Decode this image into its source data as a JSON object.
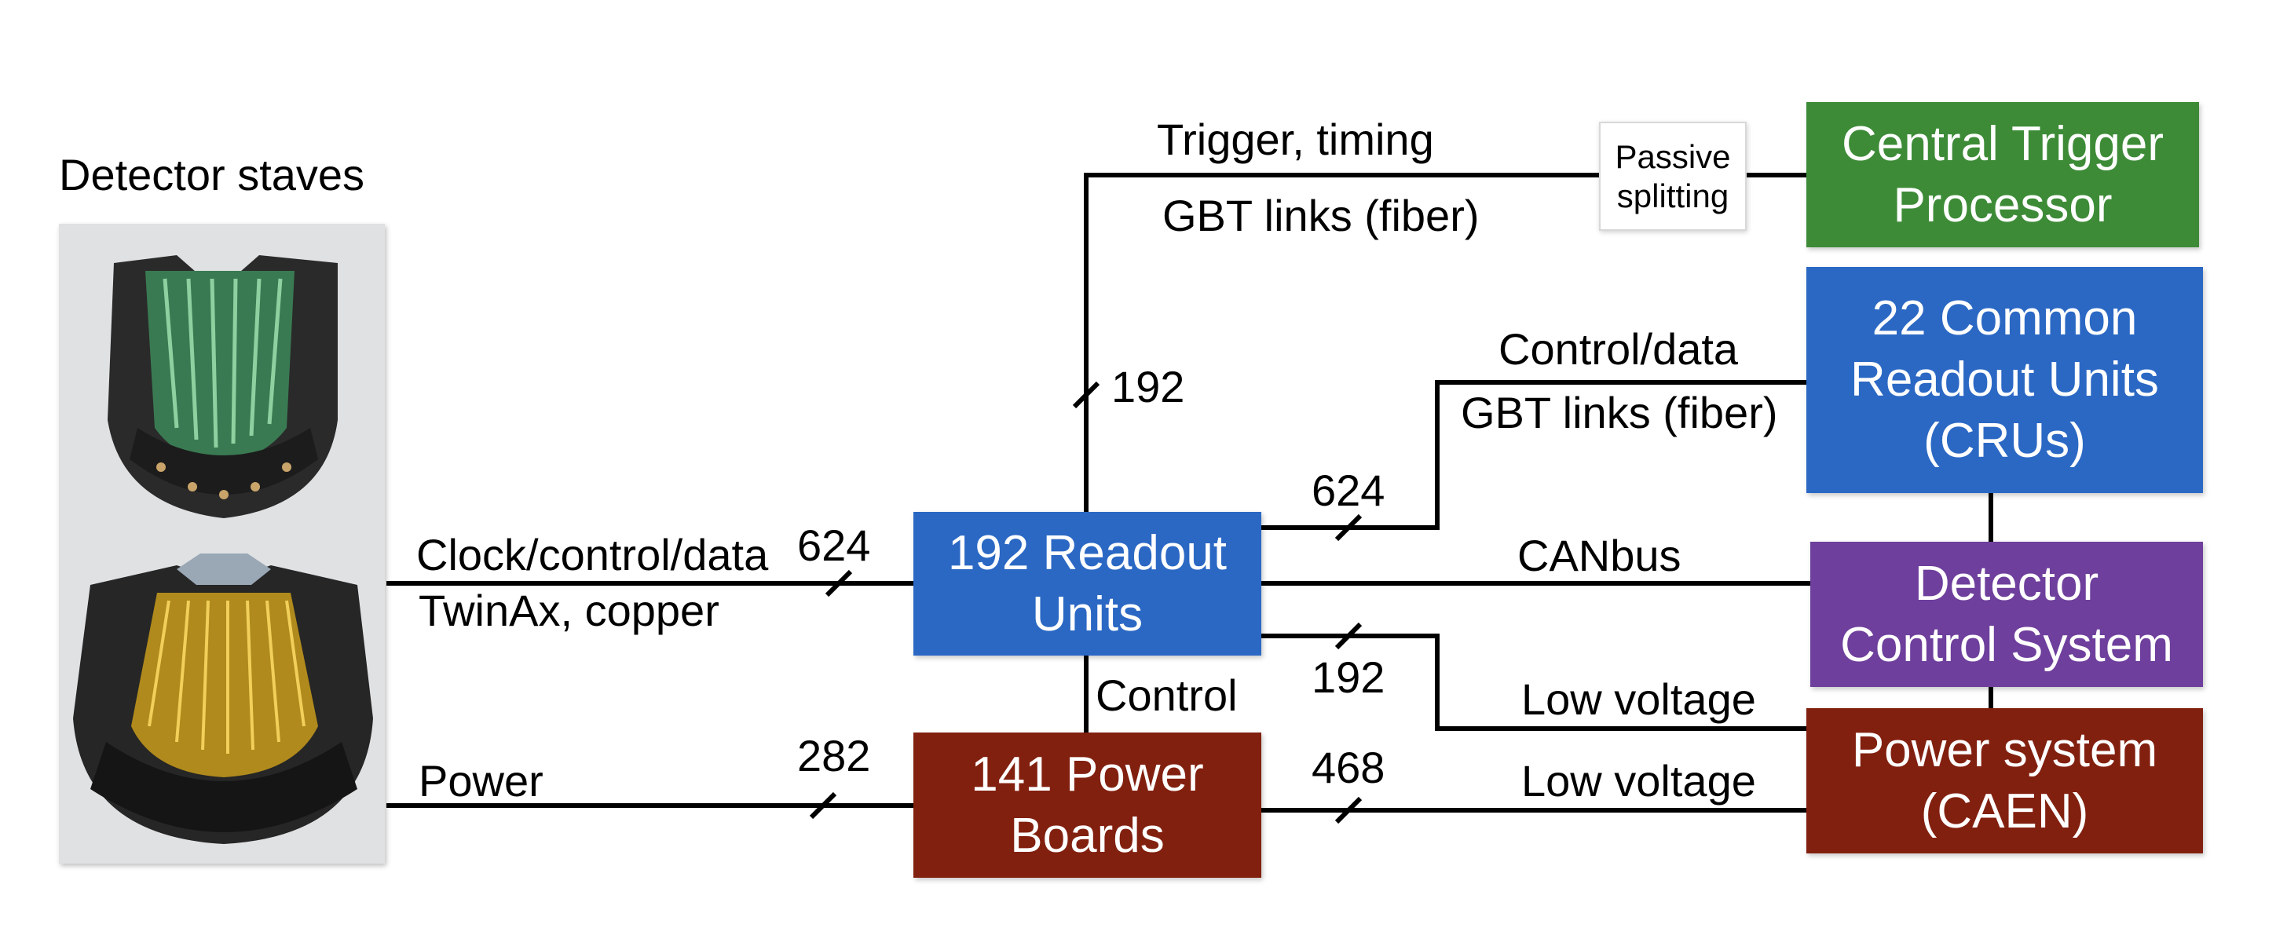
{
  "detector": {
    "title": "Detector staves"
  },
  "boxes": {
    "ctp": {
      "label": "Central Trigger\nProcessor",
      "color": "#3d8b37"
    },
    "cru": {
      "label": "22 Common\nReadout Units\n(CRUs)",
      "color": "#2b68c4"
    },
    "dcs": {
      "label": "Detector\nControl System",
      "color": "#6e3f9c"
    },
    "power_system": {
      "label": "Power system\n(CAEN)",
      "color": "#82200f"
    },
    "readout_units": {
      "label": "192 Readout\nUnits",
      "color": "#2b68c4"
    },
    "power_boards": {
      "label": "141 Power\nBoards",
      "color": "#82200f"
    },
    "splitter": {
      "label": "Passive\nsplitting"
    }
  },
  "links": {
    "trigger_title": "Trigger, timing",
    "trigger_medium": "GBT links (fiber)",
    "trigger_count": "192",
    "cru_title": "Control/data",
    "cru_medium": "GBT links (fiber)",
    "cru_count": "624",
    "stave_title": "Clock/control/data",
    "stave_medium": "TwinAx, copper",
    "stave_count": "624",
    "power_title": "Power",
    "power_count": "282",
    "canbus": "CANbus",
    "control": "Control",
    "lv_ru_count": "192",
    "lv_ru": "Low voltage",
    "lv_pb_count": "468",
    "lv_pb": "Low voltage"
  }
}
